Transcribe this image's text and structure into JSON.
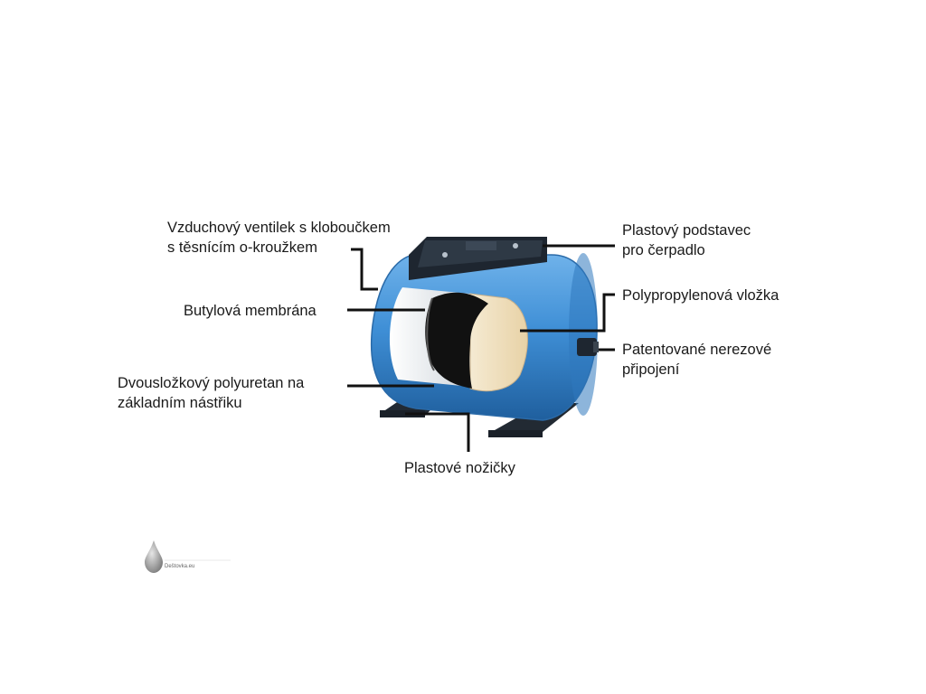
{
  "labels": {
    "air_valve": {
      "line1": "Vzduchový ventilek s kloboučkem",
      "line2": "s těsnícím o-kroužkem"
    },
    "pump_mount": {
      "line1": "Plastový podstavec",
      "line2": "pro čerpadlo"
    },
    "liner": {
      "line1": "Polypropylenová vložka"
    },
    "membrane": {
      "line1": "Butylová membrána"
    },
    "connection": {
      "line1": "Patentované nerezové",
      "line2": "připojení"
    },
    "coating": {
      "line1": "Dvousložkový polyuretan na",
      "line2": "základním nástřiku"
    },
    "feet": {
      "line1": "Plastové nožičky"
    }
  },
  "logo": {
    "text": "Deštovka.eu"
  },
  "colors": {
    "tank_blue": "#3f8fd6",
    "tank_dark": "#1f5f9e",
    "liner": "#eedcb8",
    "membrane": "#111111",
    "leader_line": "#111111"
  }
}
